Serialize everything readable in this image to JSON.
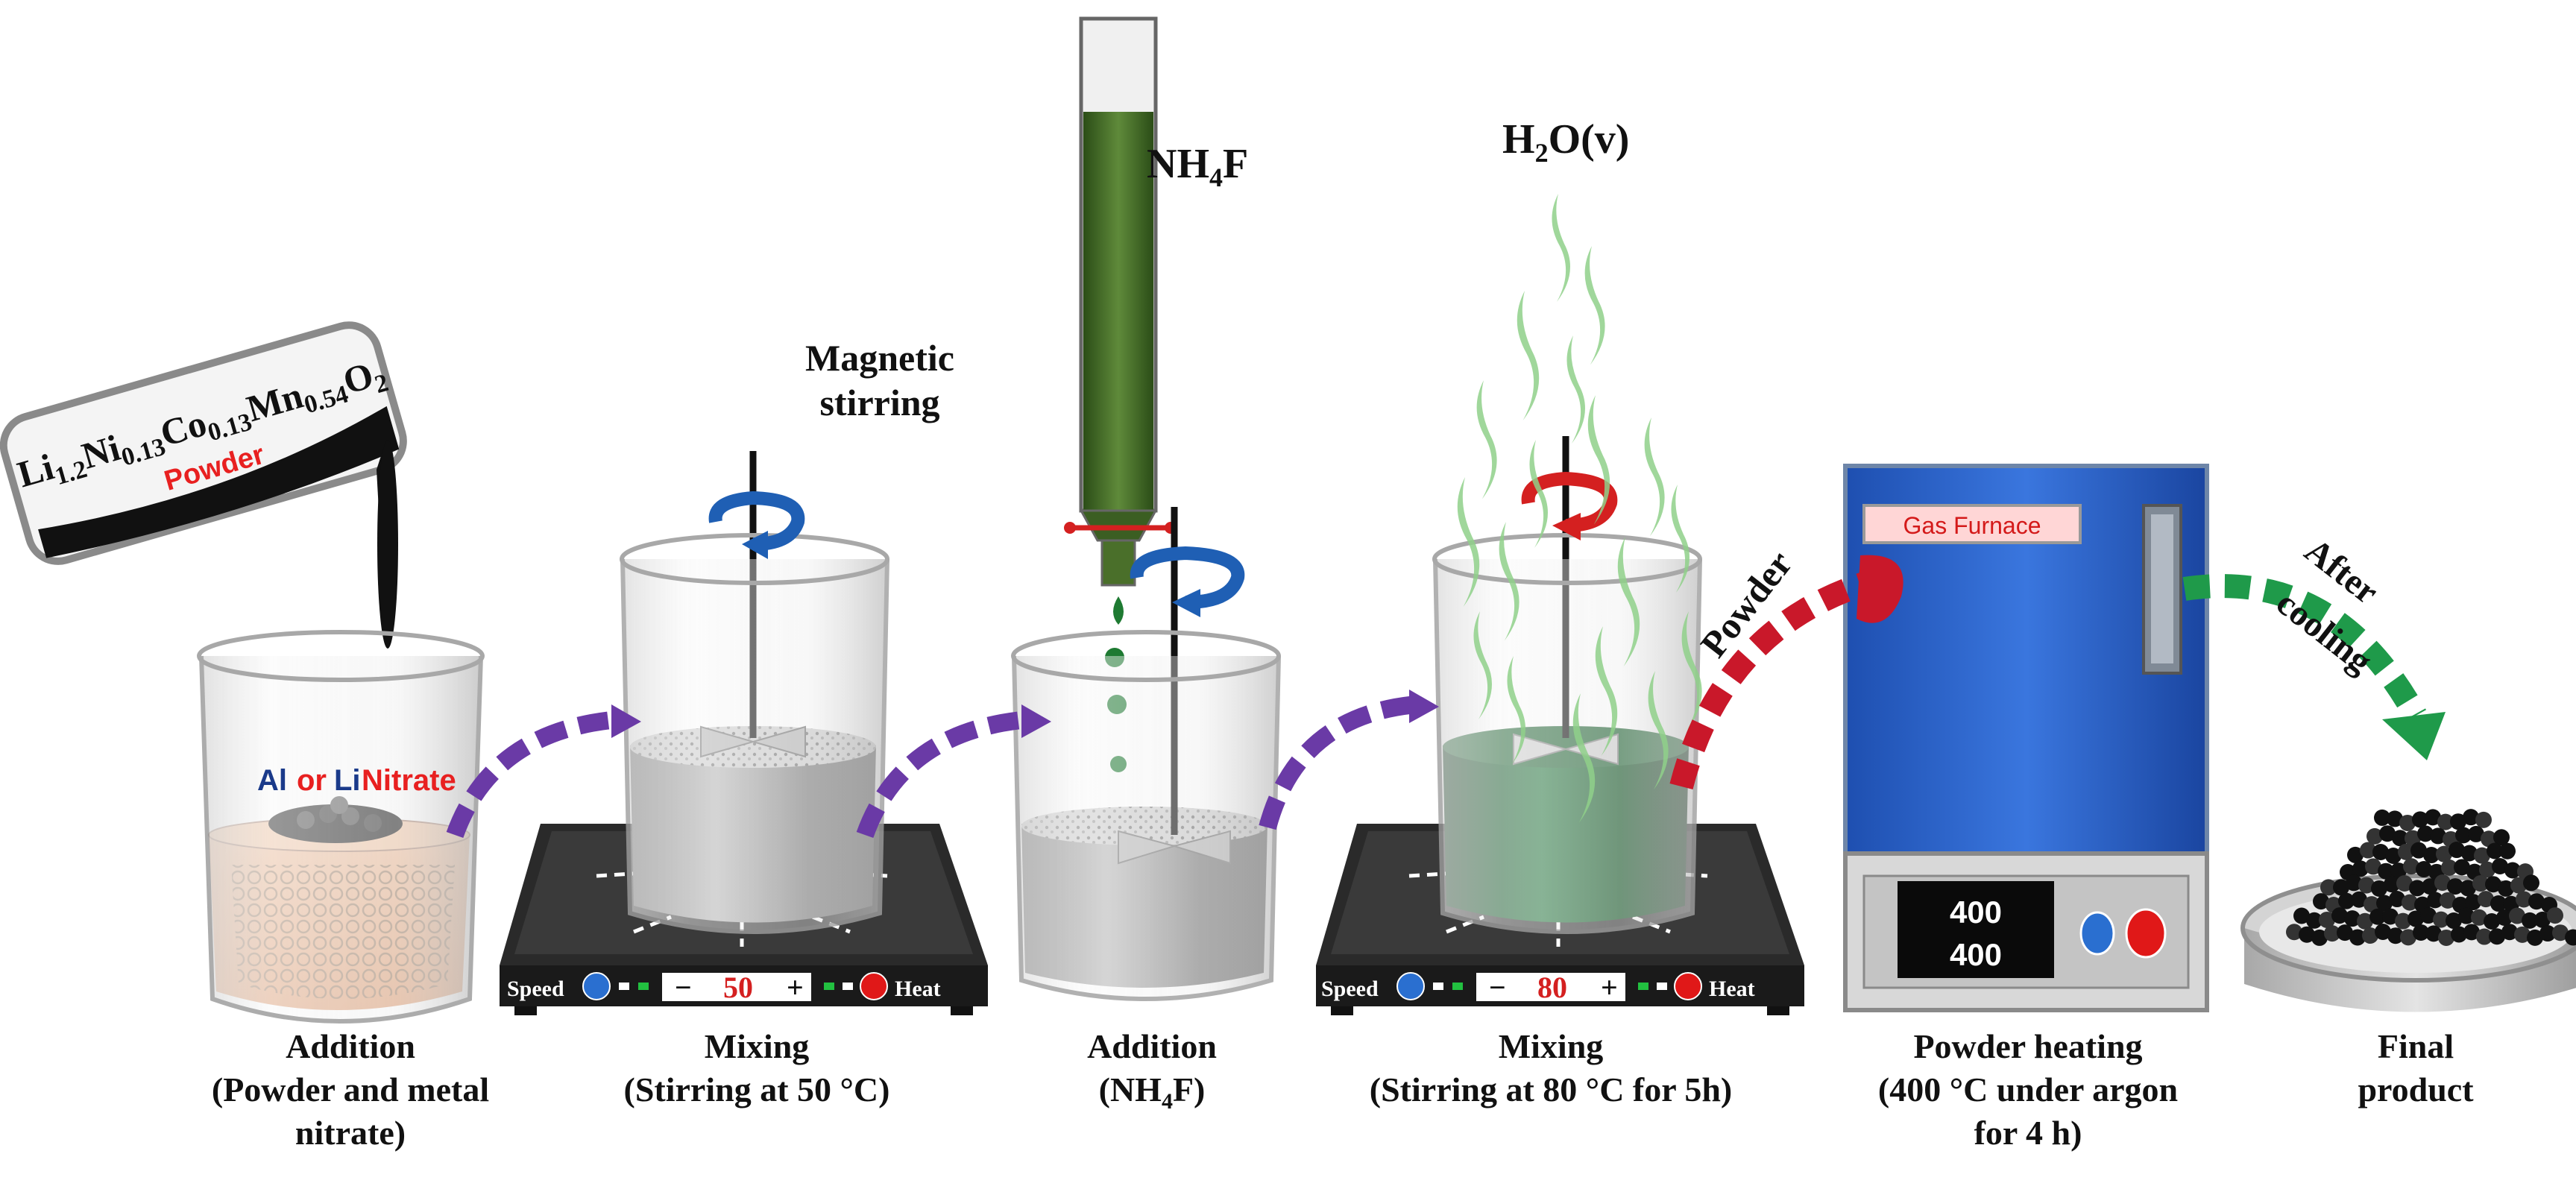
{
  "powder_tube": {
    "formula": [
      {
        "t": "Li"
      },
      {
        "t": "1.2",
        "sub": true
      },
      {
        "t": "Ni"
      },
      {
        "t": "0.13",
        "sub": true
      },
      {
        "t": "Co"
      },
      {
        "t": "0.13",
        "sub": true
      },
      {
        "t": "Mn"
      },
      {
        "t": "0.54",
        "sub": true
      },
      {
        "t": "O"
      },
      {
        "t": "2",
        "sub": true
      }
    ],
    "sub_label": "Powder"
  },
  "beaker1_text": {
    "al": "Al",
    "or": "or",
    "li": "Li",
    "nitrate": "Nitrate"
  },
  "magnetic_stirring": {
    "line1": "Magnetic",
    "line2": "stirring"
  },
  "burette_label": [
    {
      "t": "NH"
    },
    {
      "t": "4",
      "sub": true
    },
    {
      "t": "F"
    }
  ],
  "vapor_label": [
    {
      "t": "H"
    },
    {
      "t": "2",
      "sub": true
    },
    {
      "t": "O(v)"
    }
  ],
  "hotplate1": {
    "speed": "Speed",
    "heat": "Heat",
    "value": "50",
    "minus": "−",
    "plus": "+"
  },
  "hotplate2": {
    "speed": "Speed",
    "heat": "Heat",
    "value": "80",
    "minus": "−",
    "plus": "+"
  },
  "furnace": {
    "label": "Gas Furnace",
    "display1": "400",
    "display2": "400"
  },
  "arrow_texts": {
    "powder": "Powder",
    "after": "After",
    "cooling": "cooling"
  },
  "colors": {
    "purple": "#6a3aa6",
    "red": "#cc1c24",
    "green": "#1f9a4a",
    "furnace_blue": "#2a62c9",
    "display_value": "#d42020",
    "solution_green": "#1e5e30"
  },
  "steps": [
    {
      "line1": "Addition",
      "line2": "(Powder and metal",
      "line3": "nitrate)"
    },
    {
      "line1": "Mixing",
      "line2": "(Stirring  at 50 °C)",
      "line3": ""
    },
    {
      "line1": "Addition",
      "line2": [
        {
          "t": "(NH"
        },
        {
          "t": "4",
          "sub": true
        },
        {
          "t": "F)"
        }
      ],
      "line3": ""
    },
    {
      "line1": "Mixing",
      "line2": "(Stirring  at 80 °C for 5h)",
      "line3": ""
    },
    {
      "line1": "Powder heating",
      "line2": "(400 °C under argon",
      "line3": "for 4 h)"
    },
    {
      "line1": "Final",
      "line2": "product",
      "line3": ""
    }
  ]
}
